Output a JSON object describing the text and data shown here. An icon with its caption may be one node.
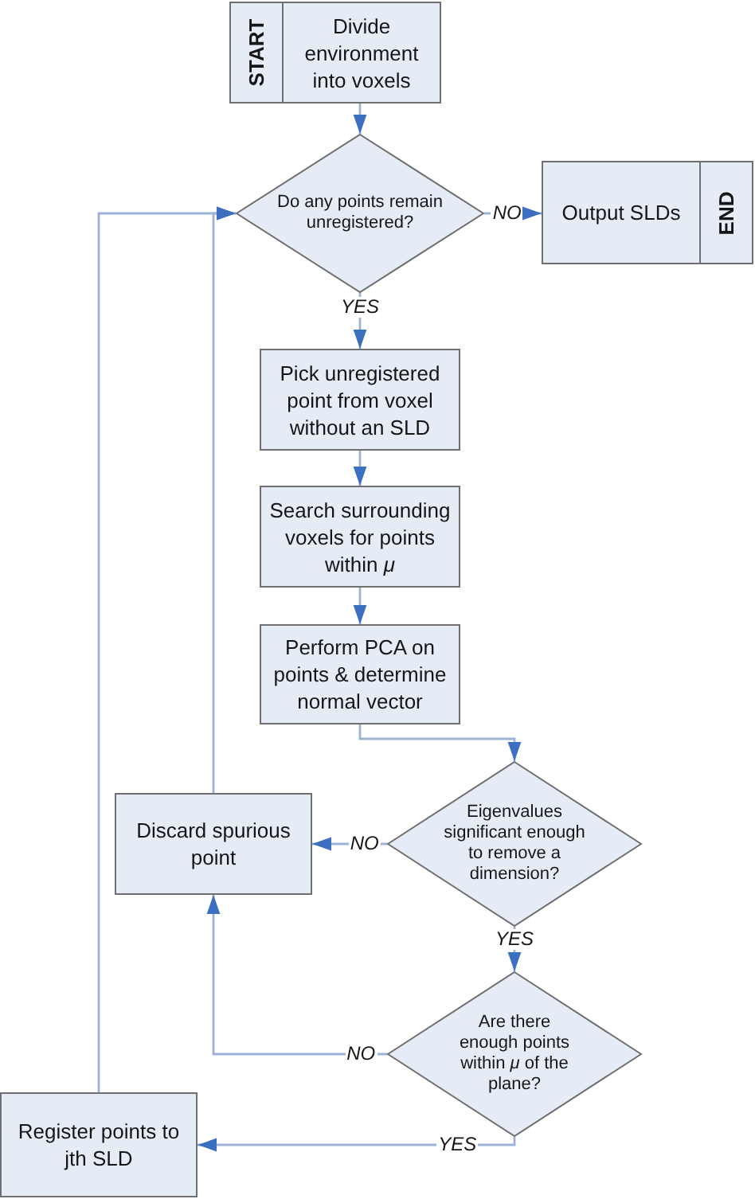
{
  "diagram": {
    "nodes": [
      {
        "text": [
          "START",
          "Divide environment into voxels"
        ]
      },
      {
        "text": [
          "Do any points remain unregistered?"
        ]
      },
      {
        "text": [
          "Output SLDs",
          "END"
        ]
      },
      {
        "text": [
          "Pick unregistered point from voxel without an SLD"
        ]
      },
      {
        "text": [
          "Search surrounding voxels for points within *μ*"
        ]
      },
      {
        "text": [
          "Perform PCA on points & determine normal vector"
        ]
      },
      {
        "text": [
          "Eigenvalues significant enough to remove a dimension?"
        ]
      },
      {
        "text": [
          "Discard spurious point"
        ]
      },
      {
        "text": [
          "Are there enough points within *μ* of the plane?"
        ]
      },
      {
        "text": [
          "Register points to jth SLD"
        ]
      }
    ],
    "edges": [
      {
        "from": 0,
        "to": 1,
        "arrow": "to"
      },
      {
        "from": 1,
        "to": 2,
        "arrow": "to",
        "label": "NO"
      },
      {
        "from": 1,
        "to": 3,
        "arrow": "to",
        "label": "YES"
      },
      {
        "from": 3,
        "to": 4,
        "arrow": "to"
      },
      {
        "from": 4,
        "to": 5,
        "arrow": "to"
      },
      {
        "from": 5,
        "to": 6,
        "arrow": "to"
      },
      {
        "from": 6,
        "to": 7,
        "arrow": "to",
        "label": "NO"
      },
      {
        "from": 6,
        "to": 8,
        "arrow": "to",
        "label": "YES"
      },
      {
        "from": 8,
        "to": 7,
        "arrow": "to",
        "label": "NO"
      },
      {
        "from": 8,
        "to": 9,
        "arrow": "to",
        "label": "YES"
      },
      {
        "from": 7,
        "to": 1,
        "arrow": "to"
      },
      {
        "from": 9,
        "to": 1,
        "arrow": "to"
      }
    ]
  }
}
